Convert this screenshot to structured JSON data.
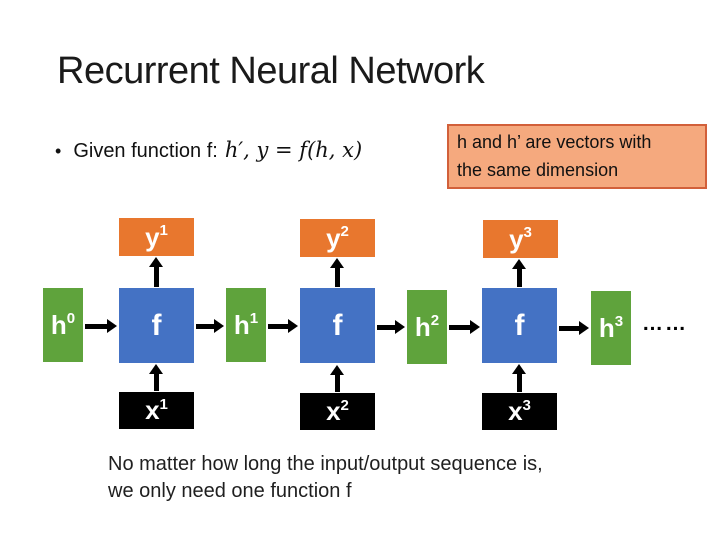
{
  "colors": {
    "hidden": "#5FA33C",
    "func": "#4472C4",
    "output": "#E8772E",
    "input": "#000000",
    "callout_fill": "#F5A97E",
    "callout_border": "#D2603A"
  },
  "slide": {
    "title": "Recurrent Neural Network",
    "bullet_marker": "•",
    "bullet_text": "Given function f:",
    "formula": "h′, y = f(h, x)",
    "callout": {
      "line1": "h and h’ are vectors with",
      "line2": "the same dimension"
    },
    "ellipsis": "……",
    "caption_line1": "No matter how long the input/output sequence is,",
    "caption_line2": "we only need one function f"
  },
  "diagram": {
    "nodes": {
      "h0": {
        "base": "h",
        "sup": "0"
      },
      "h1": {
        "base": "h",
        "sup": "1"
      },
      "h2": {
        "base": "h",
        "sup": "2"
      },
      "h3": {
        "base": "h",
        "sup": "3"
      },
      "f": {
        "base": "f",
        "sup": ""
      },
      "y1": {
        "base": "y",
        "sup": "1"
      },
      "y2": {
        "base": "y",
        "sup": "2"
      },
      "y3": {
        "base": "y",
        "sup": "3"
      },
      "x1": {
        "base": "x",
        "sup": "1"
      },
      "x2": {
        "base": "x",
        "sup": "2"
      },
      "x3": {
        "base": "x",
        "sup": "3"
      }
    }
  }
}
